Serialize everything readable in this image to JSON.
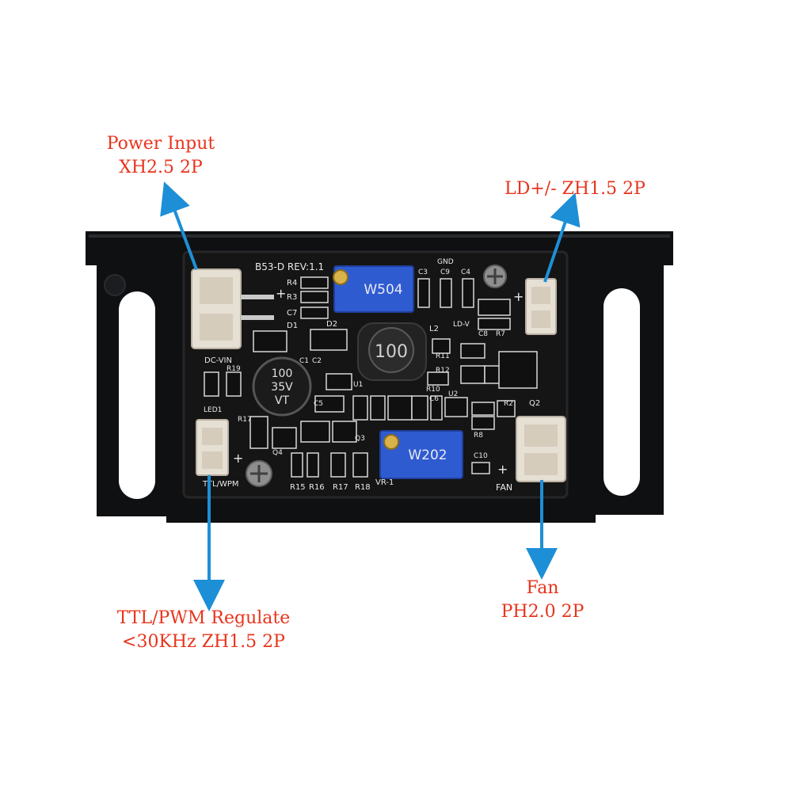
{
  "callouts": {
    "power_input": [
      "Power Input",
      "XH2.5 2P"
    ],
    "ld": [
      "LD+/- ZH1.5 2P"
    ],
    "ttl_pwm": [
      "TTL/PWM Regulate",
      "<30KHz ZH1.5 2P"
    ],
    "fan": [
      "Fan",
      "PH2.0 2P"
    ]
  },
  "silkscreen": {
    "board_rev": "B53-D REV:1.1",
    "dc_vin": "DC-VIN",
    "ttl_pwm": "TTL/WPM",
    "fan": "FAN",
    "ld_v": "LD-V",
    "vr1": "VR-1",
    "gnd": "GND",
    "led1": "LED1",
    "designators": [
      "R4",
      "R3",
      "C7",
      "D1",
      "D2",
      "L2",
      "C3",
      "C9",
      "C4",
      "R19",
      "C1",
      "C2",
      "U1",
      "R11",
      "R12",
      "R10",
      "C6",
      "U2",
      "R2",
      "Q2",
      "R8",
      "R17",
      "Q4",
      "Q3",
      "C5",
      "R15",
      "R16",
      "R17",
      "R18",
      "C10",
      "C8",
      "R7"
    ]
  },
  "components": {
    "trimmer_top": "W504",
    "trimmer_bottom": "W202",
    "inductor": "100",
    "capacitor": [
      "100",
      "35V",
      "VT"
    ]
  },
  "colors": {
    "label_red": "#e8341c",
    "arrow_blue": "#1d8fd6",
    "pcb_black": "#151515",
    "trimmer_blue": "#2f5bd1"
  }
}
